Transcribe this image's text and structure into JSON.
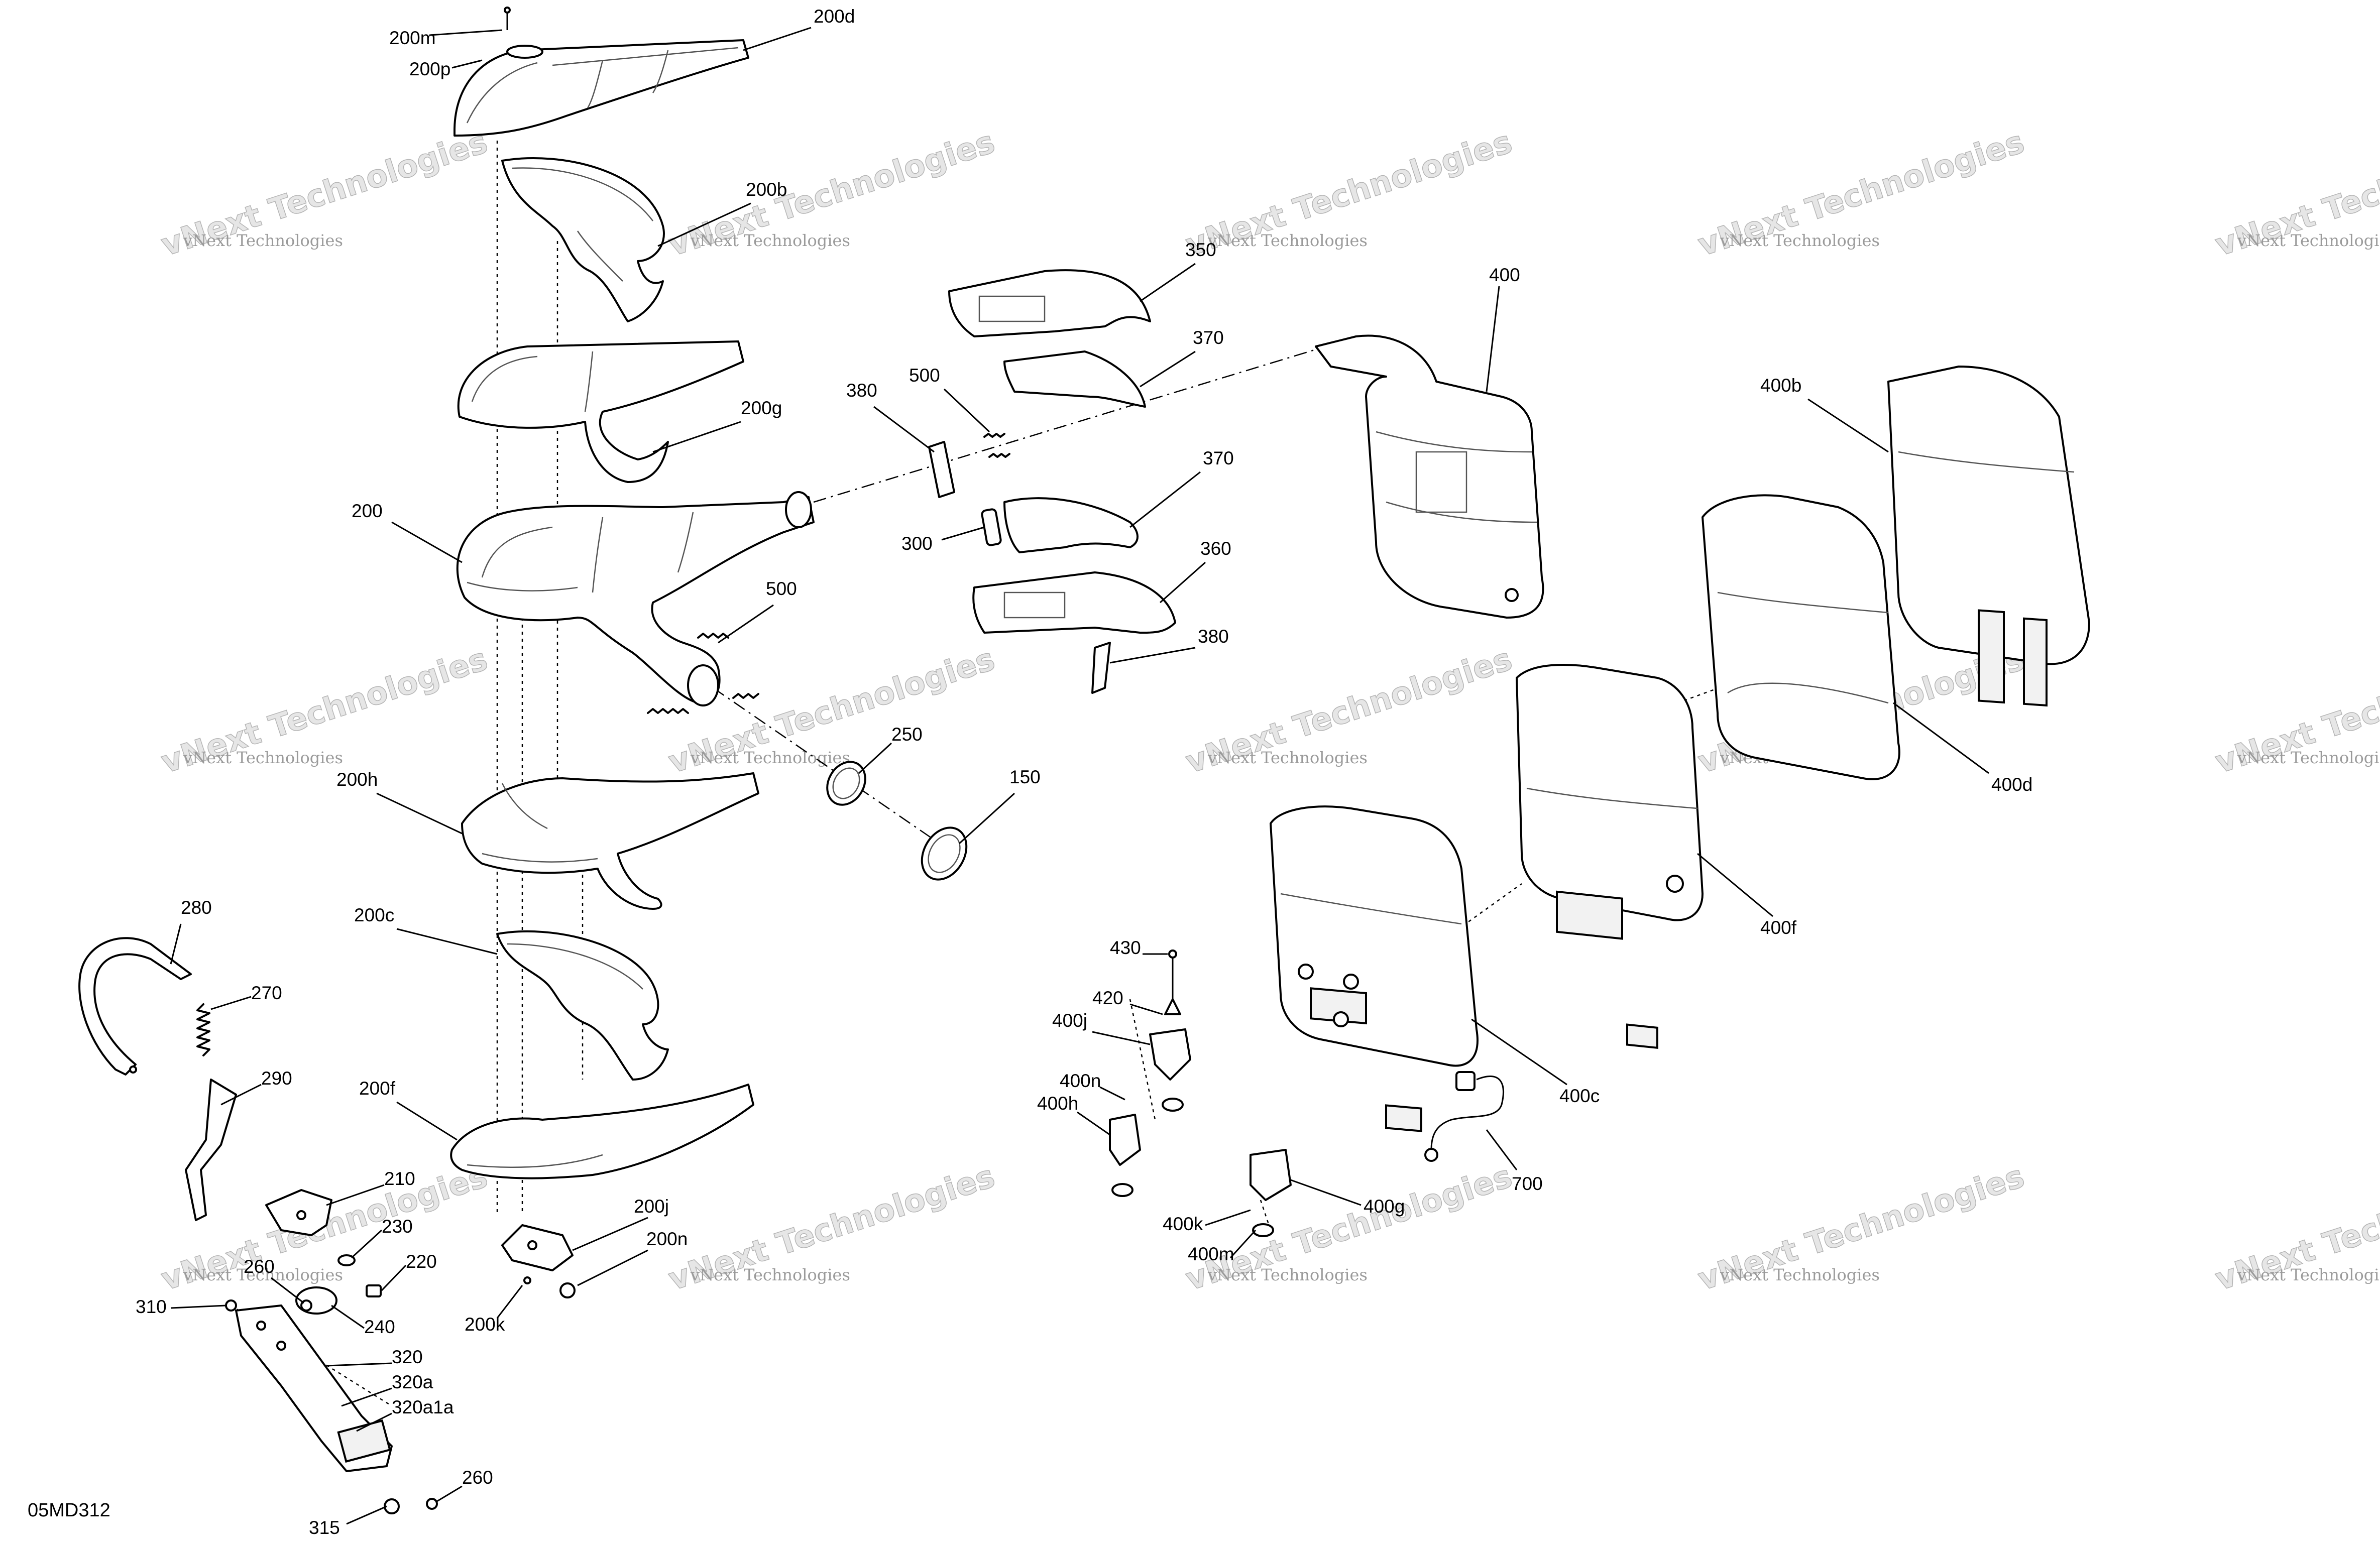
{
  "diagram_ref": "05MD312",
  "watermark": {
    "line1": "vNext Technologies",
    "line2": "vNext Technologies"
  },
  "callouts": [
    {
      "id": "c-200m",
      "text": "200m"
    },
    {
      "id": "c-200p",
      "text": "200p"
    },
    {
      "id": "c-200d",
      "text": "200d"
    },
    {
      "id": "c-200b",
      "text": "200b"
    },
    {
      "id": "c-200g",
      "text": "200g"
    },
    {
      "id": "c-200",
      "text": "200"
    },
    {
      "id": "c-500a",
      "text": "500"
    },
    {
      "id": "c-200h",
      "text": "200h"
    },
    {
      "id": "c-200c",
      "text": "200c"
    },
    {
      "id": "c-200f",
      "text": "200f"
    },
    {
      "id": "c-200j",
      "text": "200j"
    },
    {
      "id": "c-200n",
      "text": "200n"
    },
    {
      "id": "c-200k",
      "text": "200k"
    },
    {
      "id": "c-250",
      "text": "250"
    },
    {
      "id": "c-150",
      "text": "150"
    },
    {
      "id": "c-350",
      "text": "350"
    },
    {
      "id": "c-370a",
      "text": "370"
    },
    {
      "id": "c-500b",
      "text": "500"
    },
    {
      "id": "c-380a",
      "text": "380"
    },
    {
      "id": "c-370b",
      "text": "370"
    },
    {
      "id": "c-300",
      "text": "300"
    },
    {
      "id": "c-360",
      "text": "360"
    },
    {
      "id": "c-380b",
      "text": "380"
    },
    {
      "id": "c-400",
      "text": "400"
    },
    {
      "id": "c-400b",
      "text": "400b"
    },
    {
      "id": "c-400d",
      "text": "400d"
    },
    {
      "id": "c-400f",
      "text": "400f"
    },
    {
      "id": "c-400c",
      "text": "400c"
    },
    {
      "id": "c-430",
      "text": "430"
    },
    {
      "id": "c-420",
      "text": "420"
    },
    {
      "id": "c-400j",
      "text": "400j"
    },
    {
      "id": "c-400n",
      "text": "400n"
    },
    {
      "id": "c-400h",
      "text": "400h"
    },
    {
      "id": "c-400g",
      "text": "400g"
    },
    {
      "id": "c-400k",
      "text": "400k"
    },
    {
      "id": "c-400m",
      "text": "400m"
    },
    {
      "id": "c-700",
      "text": "700"
    },
    {
      "id": "c-280",
      "text": "280"
    },
    {
      "id": "c-270",
      "text": "270"
    },
    {
      "id": "c-290",
      "text": "290"
    },
    {
      "id": "c-210",
      "text": "210"
    },
    {
      "id": "c-230",
      "text": "230"
    },
    {
      "id": "c-220",
      "text": "220"
    },
    {
      "id": "c-260a",
      "text": "260"
    },
    {
      "id": "c-240",
      "text": "240"
    },
    {
      "id": "c-310",
      "text": "310"
    },
    {
      "id": "c-320",
      "text": "320"
    },
    {
      "id": "c-320a",
      "text": "320a"
    },
    {
      "id": "c-320a1a",
      "text": "320a1a"
    },
    {
      "id": "c-260b",
      "text": "260"
    },
    {
      "id": "c-315",
      "text": "315"
    }
  ]
}
